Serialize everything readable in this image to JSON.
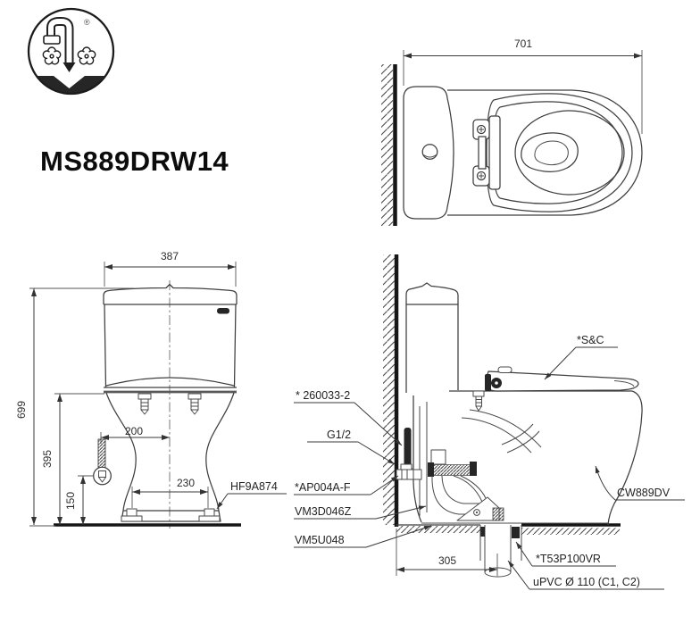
{
  "logo": {
    "registered_mark": "®"
  },
  "header": {
    "model_code": "MS889DRW14"
  },
  "top_view": {
    "dim_depth": "701"
  },
  "front_view": {
    "dim_width": "387",
    "dim_height_total": "699",
    "dim_height_rim": "395",
    "dim_height_inlet": "150",
    "dim_inlet_offset": "200",
    "dim_bolt_spacing": "230",
    "label_fitting": "HF9A874"
  },
  "side_view": {
    "dim_rough_in": "305",
    "label_seat_cover": "*S&C",
    "label_supply_hose": "* 260033-2",
    "label_supply_thread": "G1/2",
    "label_angle_valve": "*AP004A-F",
    "label_gasket": "VM3D046Z",
    "label_outlet_connector": "VM5U048",
    "label_bowl_code": "CW889DV",
    "label_drain_socket": "*T53P100VR",
    "label_drain_pipe": "uPVC  Ø 110 (C1, C2)"
  }
}
